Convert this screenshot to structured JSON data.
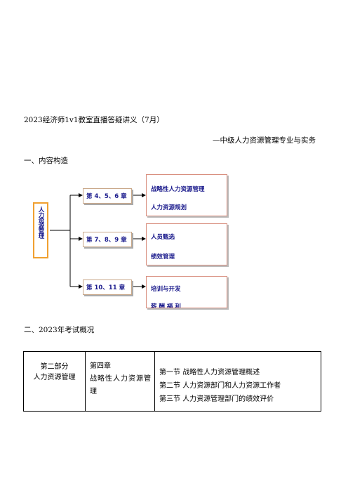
{
  "doc": {
    "title": "2023经济师1v1教室直播答疑讲义（7月）",
    "subtitle": "—中级人力资源管理专业与实务",
    "section1": "一、内容构造",
    "section2": "二、2023年考试概况"
  },
  "diagram": {
    "root": "人力资源管理",
    "groups": [
      {
        "label": "第 4、5、6 章",
        "items": [
          "战略性人力资源管理",
          "人力资源规划"
        ]
      },
      {
        "label": "第 7、8、9 章",
        "items": [
          "人员甄选",
          "绩效管理"
        ]
      },
      {
        "label": "第 10、11 章",
        "items": [
          "培训与开发",
          "薪 酬 福 利"
        ]
      }
    ]
  },
  "exam_table": {
    "part_line1": "第二部分",
    "part_line2": "人力资源管理",
    "chapter_line1": "第四章",
    "chapter_line2": "战略性人力资源管",
    "chapter_line3": "理",
    "sections": [
      "第一节  战略性人力资源管理概述",
      "第二节  人力资源部门和人力资源工作者",
      "第三节  人力资源管理部门的绩效评价"
    ]
  }
}
